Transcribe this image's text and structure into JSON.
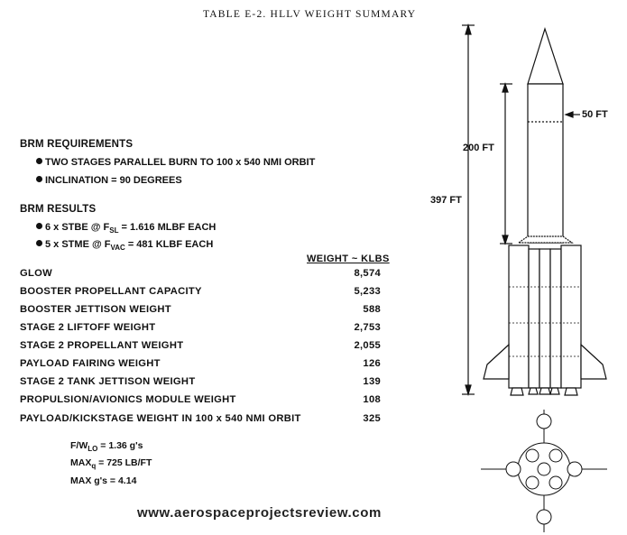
{
  "title": "TABLE E-2.  HLLV WEIGHT SUMMARY",
  "brm_requirements": {
    "heading": "BRM REQUIREMENTS",
    "items": [
      "TWO STAGES PARALLEL BURN TO 100 x 540 NMI ORBIT",
      "INCLINATION = 90 DEGREES"
    ]
  },
  "brm_results": {
    "heading": "BRM RESULTS",
    "item1": {
      "prefix": "6 x STBE @ F",
      "sub": "SL",
      "suffix": " = 1.616 MLBF EACH"
    },
    "item2": {
      "prefix": "5 x STME @ F",
      "sub": "VAC",
      "suffix": " = 481 KLBF EACH"
    }
  },
  "weights_header": "WEIGHT ~ KLBS",
  "weights": [
    {
      "label": "GLOW",
      "value": "8,574"
    },
    {
      "label": "BOOSTER PROPELLANT CAPACITY",
      "value": "5,233"
    },
    {
      "label": "BOOSTER JETTISON WEIGHT",
      "value": "588"
    },
    {
      "label": "STAGE 2 LIFTOFF WEIGHT",
      "value": "2,753"
    },
    {
      "label": "STAGE 2 PROPELLANT WEIGHT",
      "value": "2,055"
    },
    {
      "label": "PAYLOAD FAIRING WEIGHT",
      "value": "126"
    },
    {
      "label": "STAGE 2 TANK JETTISON WEIGHT",
      "value": "139"
    },
    {
      "label": "PROPULSION/AVIONICS MODULE WEIGHT",
      "value": "108"
    },
    {
      "label": "PAYLOAD/KICKSTAGE WEIGHT IN 100 x 540 NMI ORBIT",
      "value": "325"
    }
  ],
  "formulas": {
    "fw": {
      "prefix": "F/W",
      "sub": "LO",
      "suffix": " = 1.36 g's"
    },
    "maxq": {
      "prefix": "MAX",
      "sub": "q",
      "suffix": " = 725 LB/FT"
    },
    "maxg": "MAX g's = 4.14"
  },
  "dimensions": {
    "total_height": "397 FT",
    "upper_height": "200 FT",
    "diameter": "50 FT"
  },
  "watermark": "www.aerospaceprojectsreview.com"
}
